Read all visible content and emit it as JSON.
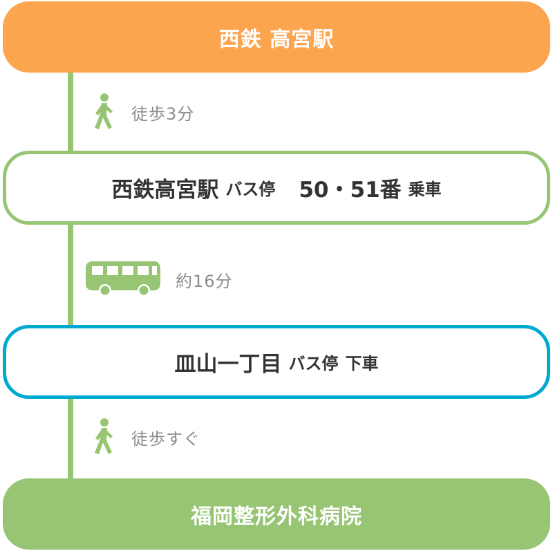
{
  "start": {
    "label": "西鉄 高宮駅"
  },
  "walk1": {
    "icon": "walking-person-icon",
    "text": "徒歩3分"
  },
  "board": {
    "stop": "西鉄高宮駅",
    "stop_type": "バス停",
    "route": "50・51番",
    "action": "乗車"
  },
  "ride": {
    "icon": "bus-icon",
    "text": "約16分"
  },
  "alight": {
    "stop": "皿山一丁目",
    "stop_type": "バス停",
    "action": "下車"
  },
  "walk2": {
    "icon": "walking-person-icon",
    "text": "徒歩すぐ"
  },
  "destination": {
    "label": "福岡整形外科病院"
  },
  "colors": {
    "start_box": "#fba54f",
    "route_line": "#97c573",
    "board_border": "#97c573",
    "alight_border": "#00a9cf",
    "destination_box": "#97c573",
    "step_text": "#8c8c8c"
  }
}
